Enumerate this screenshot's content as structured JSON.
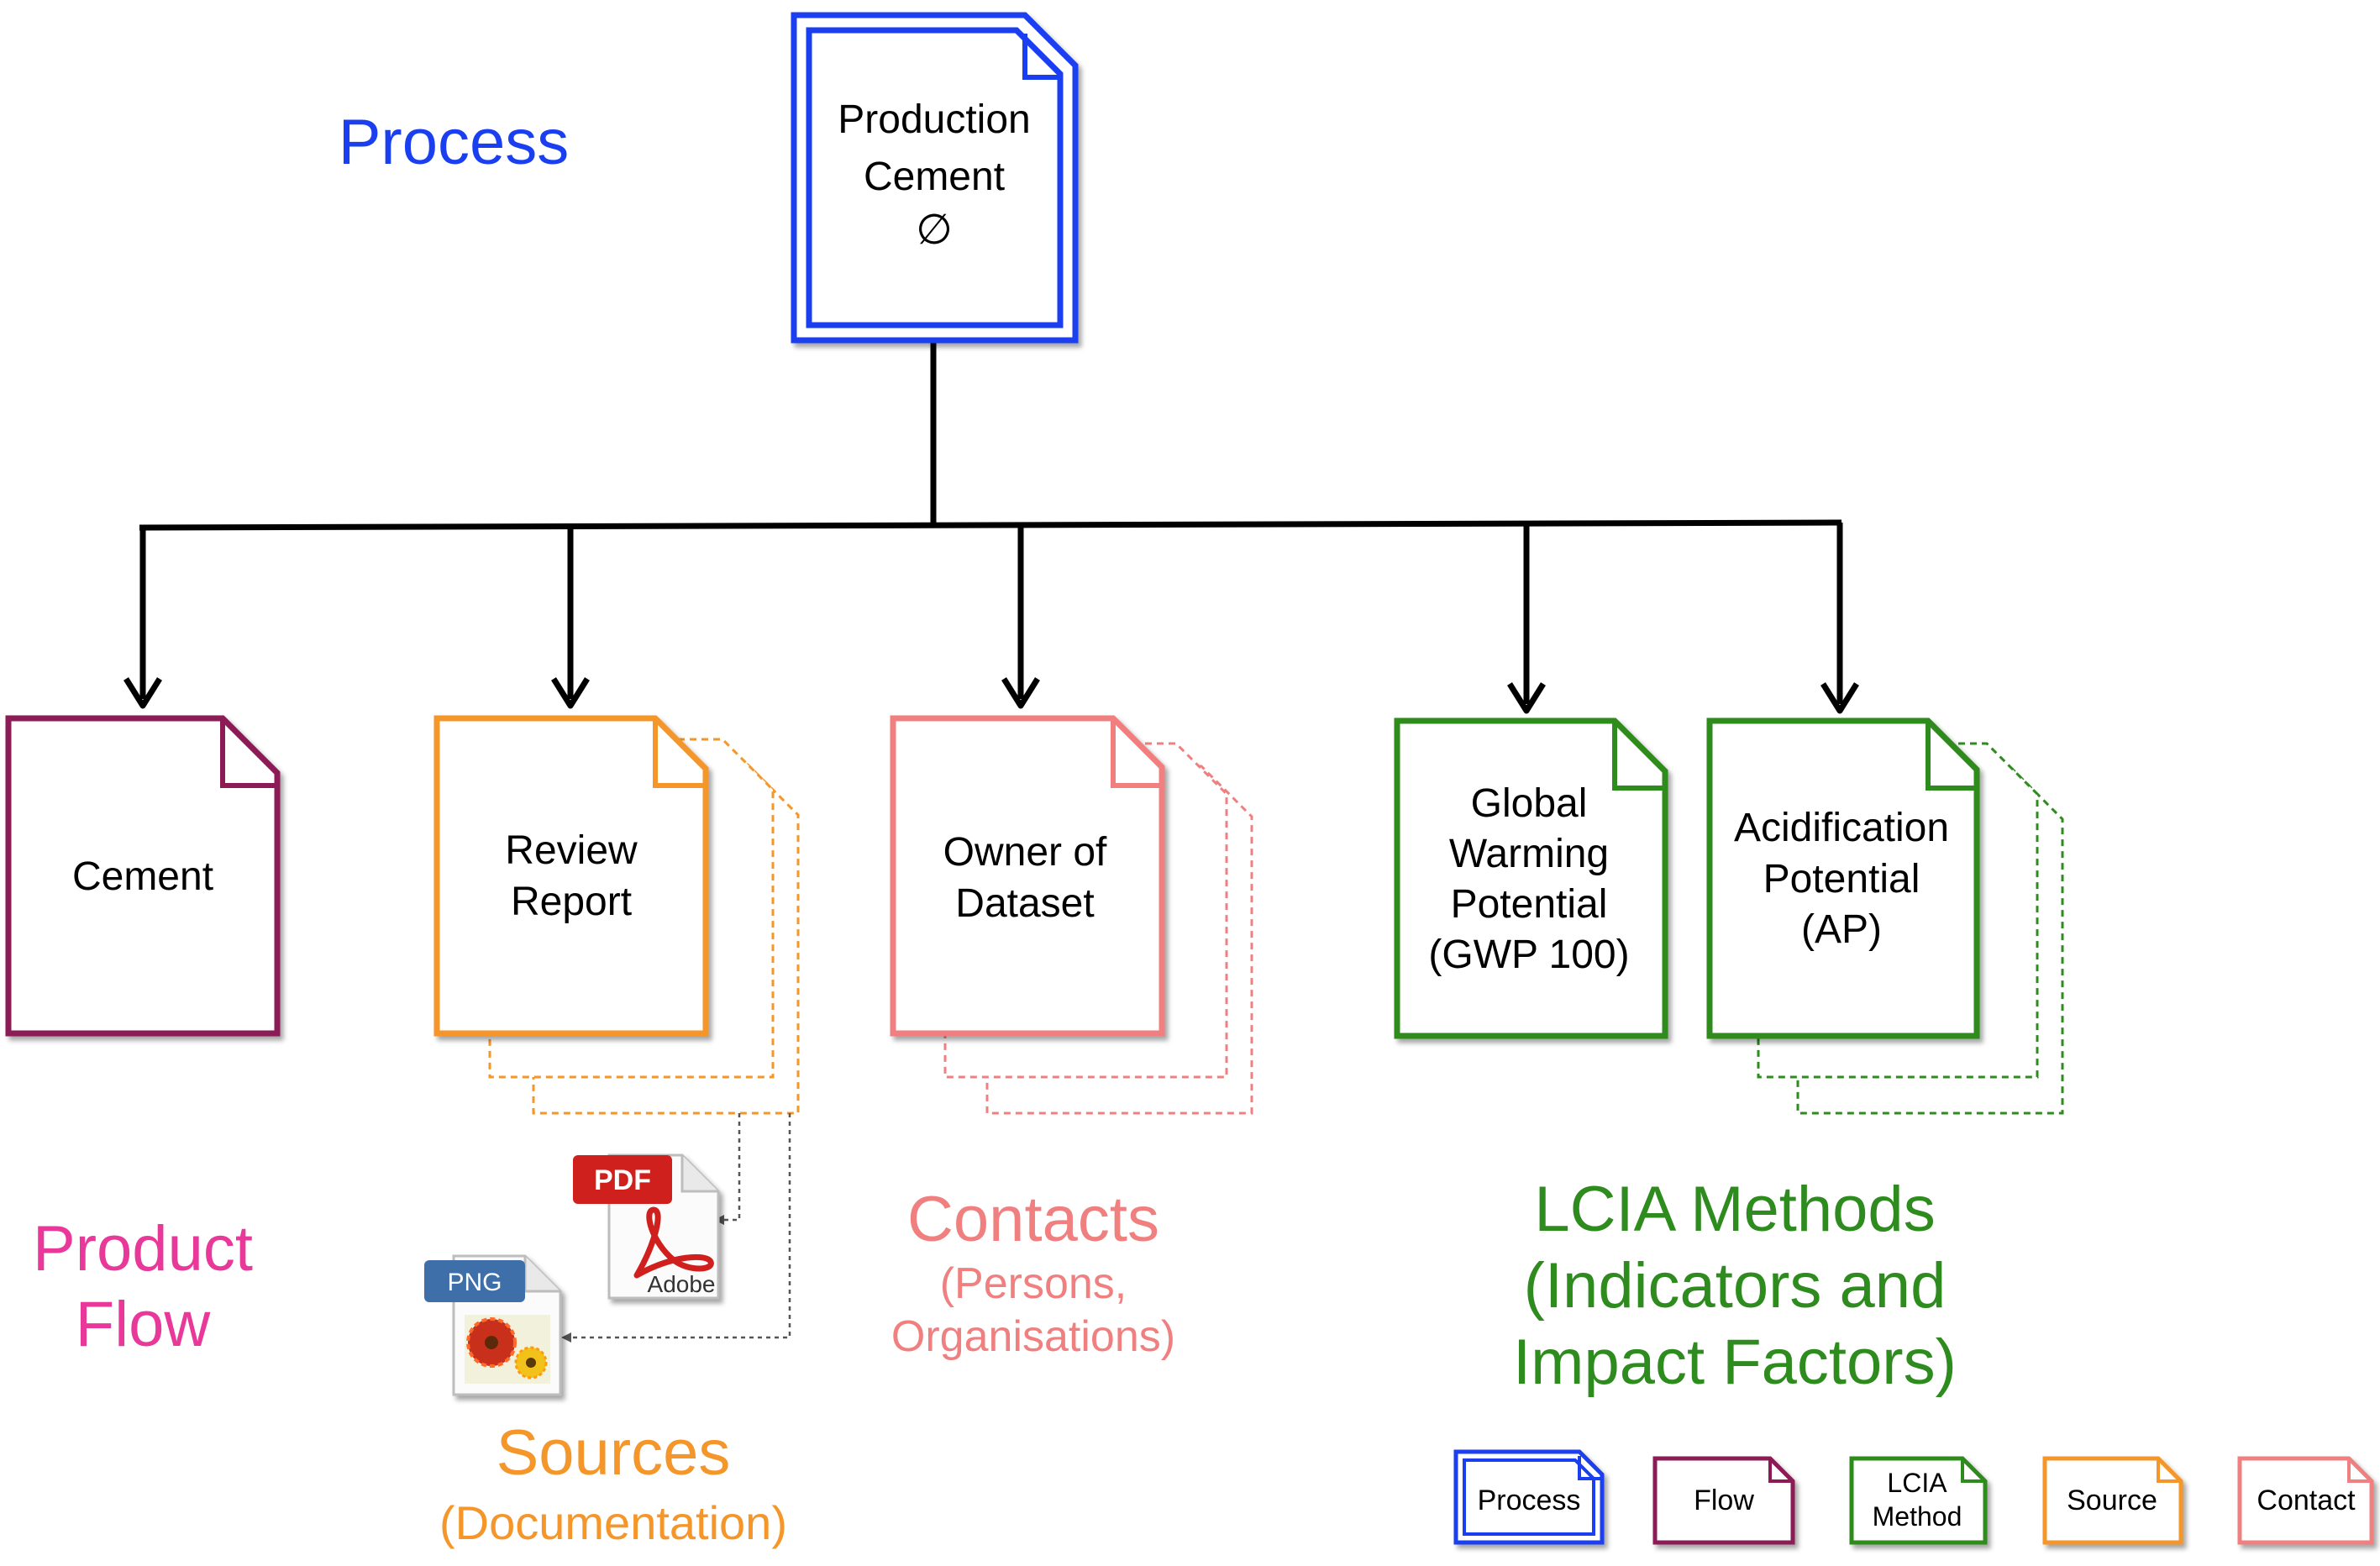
{
  "colors": {
    "process": "#1a3ff0",
    "flow": "#8b1a55",
    "source": "#f5962a",
    "contact": "#f08080",
    "lcia": "#2e8b1e",
    "product_label": "#e8389a",
    "connector": "#000000",
    "text": "#000000"
  },
  "process": {
    "section_label": "Process",
    "doc_line1": "Production",
    "doc_line2": "Cement",
    "doc_symbol": "∅"
  },
  "product_flow": {
    "doc_label": "Cement",
    "caption_line1": "Product",
    "caption_line2": "Flow"
  },
  "review_report": {
    "doc_line1": "Review",
    "doc_line2": "Report"
  },
  "attachments": {
    "pdf_badge": "PDF",
    "pdf_brand": "Adobe",
    "png_badge": "PNG"
  },
  "sources": {
    "caption": "Sources",
    "subcaption": "(Documentation)"
  },
  "owner": {
    "doc_line1": "Owner of",
    "doc_line2": "Dataset"
  },
  "contacts": {
    "caption": "Contacts",
    "sub_line1": "(Persons,",
    "sub_line2": "Organisations)"
  },
  "gwp": {
    "line1": "Global",
    "line2": "Warming",
    "line3": "Potential",
    "line4": "(GWP 100)"
  },
  "ap": {
    "line1": "Acidification",
    "line2": "Potential",
    "line3": "(AP)"
  },
  "lcia": {
    "caption_line1": "LCIA Methods",
    "caption_line2": "(Indicators and",
    "caption_line3": "Impact Factors)"
  },
  "legend": {
    "process": "Process",
    "flow": "Flow",
    "lcia_line1": "LCIA",
    "lcia_line2": "Method",
    "source": "Source",
    "contact": "Contact"
  }
}
